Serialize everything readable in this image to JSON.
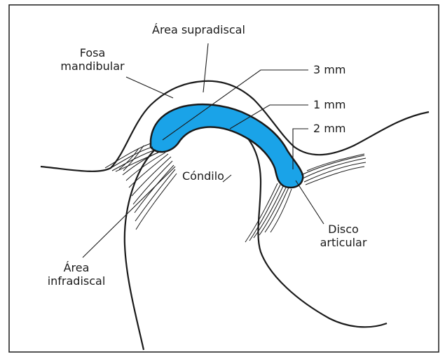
{
  "labels": {
    "area_supradiscal": "Área supradiscal",
    "fosa_line1": "Fosa",
    "fosa_line2": "mandibular",
    "mm3": "3 mm",
    "mm1": "1 mm",
    "mm2": "2 mm",
    "condilo": "Cóndilo",
    "disco_line1": "Disco",
    "disco_line2": "articular",
    "infra_line1": "Área",
    "infra_line2": "infradiscal"
  },
  "colors": {
    "disc_fill": "#1aa3e8",
    "ink": "#1a1a1a",
    "background": "#ffffff"
  }
}
